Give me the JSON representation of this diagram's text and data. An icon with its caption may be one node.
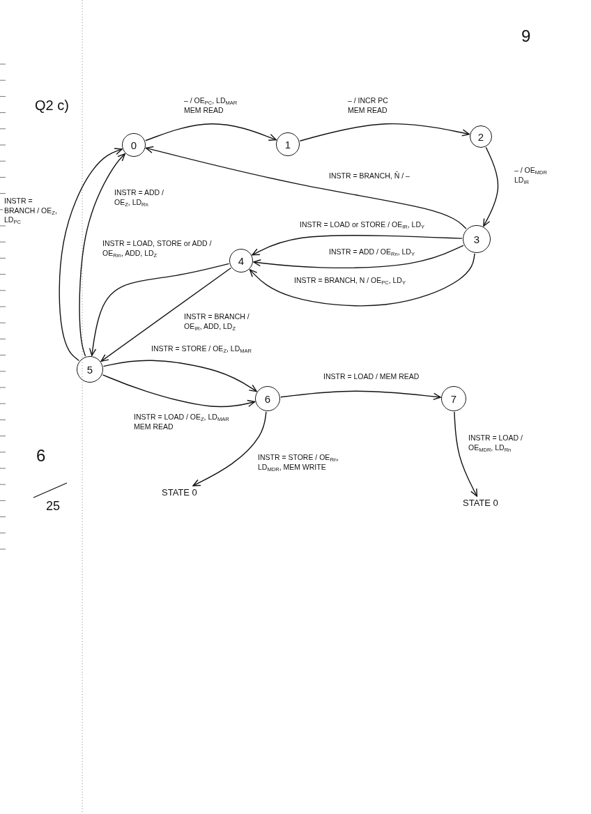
{
  "diagram": {
    "nodes": [
      {
        "text": [
          "0"
        ]
      },
      {
        "text": [
          "1"
        ]
      },
      {
        "text": [
          "2"
        ]
      },
      {
        "text": [
          "3"
        ]
      },
      {
        "text": [
          "4"
        ]
      },
      {
        "text": [
          "5"
        ]
      },
      {
        "text": [
          "6"
        ]
      },
      {
        "text": [
          "7"
        ]
      },
      {
        "text": [
          "STATE 0"
        ]
      },
      {
        "text": [
          "STATE 0"
        ]
      }
    ],
    "edges": [
      {
        "from": 0,
        "to": 1,
        "arrow": "to",
        "label": "– / OE$_{PC}$, LD$_{MAR}$ MEM READ"
      },
      {
        "from": 1,
        "to": 2,
        "arrow": "to",
        "label": "– / INCR PC MEM READ"
      },
      {
        "from": 2,
        "to": 3,
        "arrow": "to",
        "label": "– / OE$_{MDR}$ LD$_{IR}$"
      },
      {
        "from": 3,
        "to": 0,
        "arrow": "to",
        "label": "INSTR = BRANCH, N̄ / –"
      },
      {
        "from": 3,
        "to": 4,
        "arrow": "to",
        "label": "INSTR = LOAD or STORE / OE$_{IR}$, LD$_{Y}$"
      },
      {
        "from": 3,
        "to": 4,
        "arrow": "to",
        "label": "INSTR = ADD / OE$_{Rn}$, LD$_{Y}$"
      },
      {
        "from": 3,
        "to": 4,
        "arrow": "to",
        "label": "INSTR = BRANCH, N / OE$_{PC}$, LD$_{Y}$"
      },
      {
        "from": 5,
        "to": 0,
        "arrow": "to",
        "label": "INSTR = BRANCH / OE$_{Z}$, LD$_{PC}$"
      },
      {
        "from": 5,
        "to": 0,
        "arrow": "to",
        "label": "INSTR = ADD / OE$_{Z}$, LD$_{Rn}$"
      },
      {
        "from": 4,
        "to": 5,
        "arrow": "to",
        "label": "INSTR = LOAD, STORE or ADD / OE$_{Rm}$, ADD, LD$_{Z}$"
      },
      {
        "from": 4,
        "to": 5,
        "arrow": "to",
        "label": "INSTR = BRANCH / OE$_{IR}$, ADD, LD$_{Z}$"
      },
      {
        "from": 5,
        "to": 6,
        "arrow": "to",
        "label": "INSTR = STORE / OE$_{Z}$, LD$_{MAR}$"
      },
      {
        "from": 5,
        "to": 6,
        "arrow": "to",
        "label": "INSTR = LOAD / OE$_{Z}$, LD$_{MAR}$ MEM READ"
      },
      {
        "from": 6,
        "to": 7,
        "arrow": "to",
        "label": "INSTR = LOAD / MEM READ"
      },
      {
        "from": 6,
        "to": 8,
        "arrow": "to",
        "label": "INSTR = STORE / OE$_{Rn}$, LD$_{MDR}$, MEM WRITE"
      },
      {
        "from": 7,
        "to": 9,
        "arrow": "to",
        "label": "INSTR = LOAD / OE$_{MDR}$, LD$_{Rn}$"
      }
    ],
    "labels": [
      "9",
      "Q2 c)",
      "6",
      "25"
    ]
  }
}
